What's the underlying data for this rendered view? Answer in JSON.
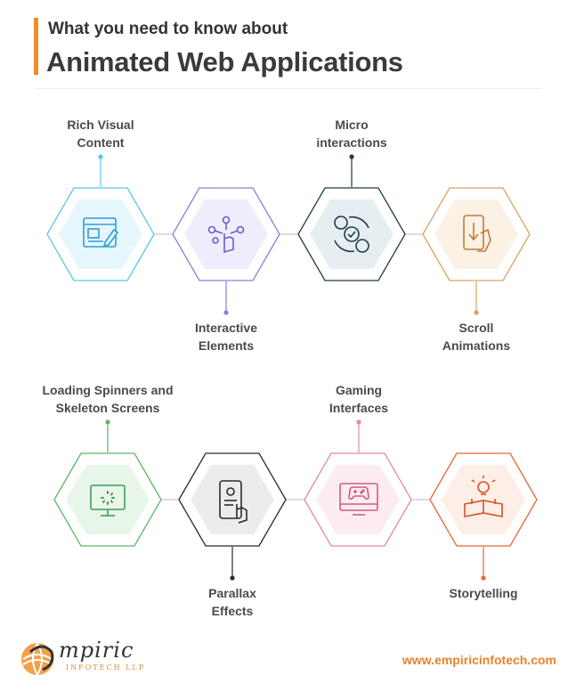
{
  "header": {
    "subtitle": "What you need to know about",
    "title": "Animated Web Applications"
  },
  "row1": [
    {
      "label_line1": "Rich Visual",
      "label_line2": "Content",
      "icon": "webpage-edit-icon",
      "color": "#5bc6ef"
    },
    {
      "label_line1": "Interactive",
      "label_line2": "Elements",
      "icon": "tap-gesture-icon",
      "color": "#8b7fe0"
    },
    {
      "label_line1": "Micro",
      "label_line2": "interactions",
      "icon": "user-sync-icon",
      "color": "#1f3b4d"
    },
    {
      "label_line1": "Scroll",
      "label_line2": "Animations",
      "icon": "phone-scroll-icon",
      "color": "#d9a264"
    }
  ],
  "row2": [
    {
      "label_line1": "Loading Spinners and",
      "label_line2": "Skeleton Screens",
      "icon": "monitor-spinner-icon",
      "color": "#5cb865"
    },
    {
      "label_line1": "Parallax",
      "label_line2": "Effects",
      "icon": "phone-parallax-icon",
      "color": "#2b2b2b"
    },
    {
      "label_line1": "Gaming",
      "label_line2": "Interfaces",
      "icon": "monitor-gamepad-icon",
      "color": "#e38aa6"
    },
    {
      "label_line1": "",
      "label_line2": "Storytelling",
      "icon": "idea-book-icon",
      "color": "#e8663a"
    }
  ],
  "footer": {
    "logo_word": "mpiric",
    "logo_sub": "INFOTECH LLP",
    "url": "www.empiricinfotech.com"
  }
}
